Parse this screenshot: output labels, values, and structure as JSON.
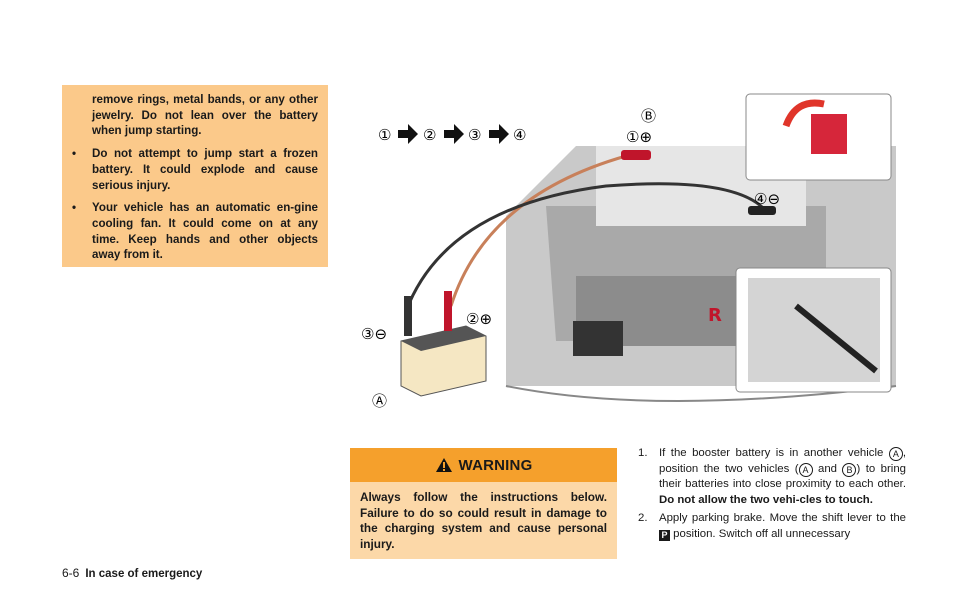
{
  "left_box": {
    "continued_text": "remove rings, metal bands, or any other jewelry. Do not lean over the battery when jump starting.",
    "bullet_char": "•",
    "bullets": [
      "Do not attempt to jump start a frozen battery. It could explode and cause serious injury.",
      "Your vehicle has an automatic en-gine cooling fan. It could come on at any time. Keep hands and other objects away from it."
    ]
  },
  "figure": {
    "sequence": [
      "①",
      "②",
      "③",
      "④"
    ],
    "label_b": "Ⓑ",
    "label_a": "Ⓐ",
    "clamp_1": "①⊕",
    "clamp_4": "④⊖",
    "clamp_2": "②⊕",
    "clamp_3": "③⊖"
  },
  "warning": {
    "title": "WARNING",
    "body": "Always follow the instructions below. Failure to do so could result in damage to the charging system and cause personal injury."
  },
  "steps": {
    "step1_num": "1.",
    "step1_a": "If the booster battery is in another vehicle",
    "circ_a": "A",
    "step1_b": ", position the two vehicles (",
    "step1_c": "and",
    "circ_b": "B",
    "step1_d": ") to bring their batteries into close proximity to each other.",
    "step1_bold": "Do not allow the two vehi-cles to touch.",
    "step2_num": "2.",
    "step2_a": "Apply parking brake. Move the shift lever to the",
    "p_icon": "P",
    "step2_b": "position. Switch off all unnecessary"
  },
  "footer": {
    "page": "6-6",
    "section": "In case of emergency"
  },
  "colors": {
    "left_box_bg": "#fbc98a",
    "warning_head_bg": "#f5a02c",
    "warning_body_bg": "#fcd8a8"
  }
}
